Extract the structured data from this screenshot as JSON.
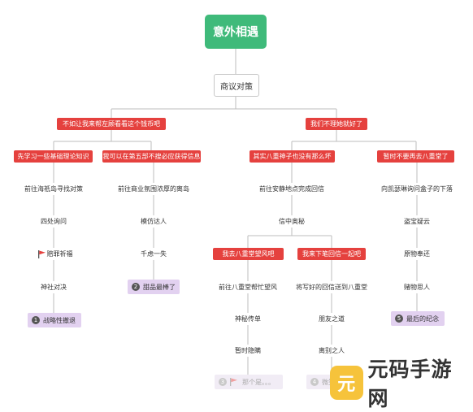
{
  "diagram": {
    "root": "意外相遇",
    "level1": "商议对策",
    "branch_left": "不如让我来帮左顾看看这个钱币吧",
    "branch_right": "我们不理她就好了",
    "sub": [
      "先学习一些基础理论知识",
      "我可以在第五部不搜必应获得信息",
      "其实八重神子也没有那么坏",
      "暂时不要再去八重堂了"
    ],
    "col1": [
      "前往海祇岛寻找对策",
      "四处询问",
      "赔罪祈福",
      "神社对决"
    ],
    "col2": [
      "前往商业氛围浓厚的离岛",
      "模仿达人",
      "千虑一失"
    ],
    "col3": [
      "前往安静地点完成回信",
      "信中奥秘"
    ],
    "col3_red": [
      "我去八重堂望风吧",
      "我来下笔回信一起吧"
    ],
    "col3a": [
      "前往八重堂帮忙望风",
      "神秘传单",
      "暂时隐瞒"
    ],
    "col3b": [
      "将写好的回信送到八重堂",
      "朋友之道",
      "离别之人"
    ],
    "col4": [
      "向凯瑟琳询问盒子的下落",
      "盗宝疑云",
      "原物奉还",
      "赌物思人"
    ],
    "endings": [
      {
        "num": "1",
        "label": "战略性撤退"
      },
      {
        "num": "2",
        "label": "甜品最棒了"
      },
      {
        "num": "3",
        "label": "那个是。。。"
      },
      {
        "num": "4",
        "label": "微笑着告别"
      },
      {
        "num": "5",
        "label": "最后的纪念"
      }
    ],
    "watermark": "元码手游网",
    "watermark_logo": "元",
    "colors": {
      "root": "#3fba7a",
      "branch": "#e5413e",
      "ending": "#e2d1f0",
      "line": "#bdbdbd"
    }
  }
}
